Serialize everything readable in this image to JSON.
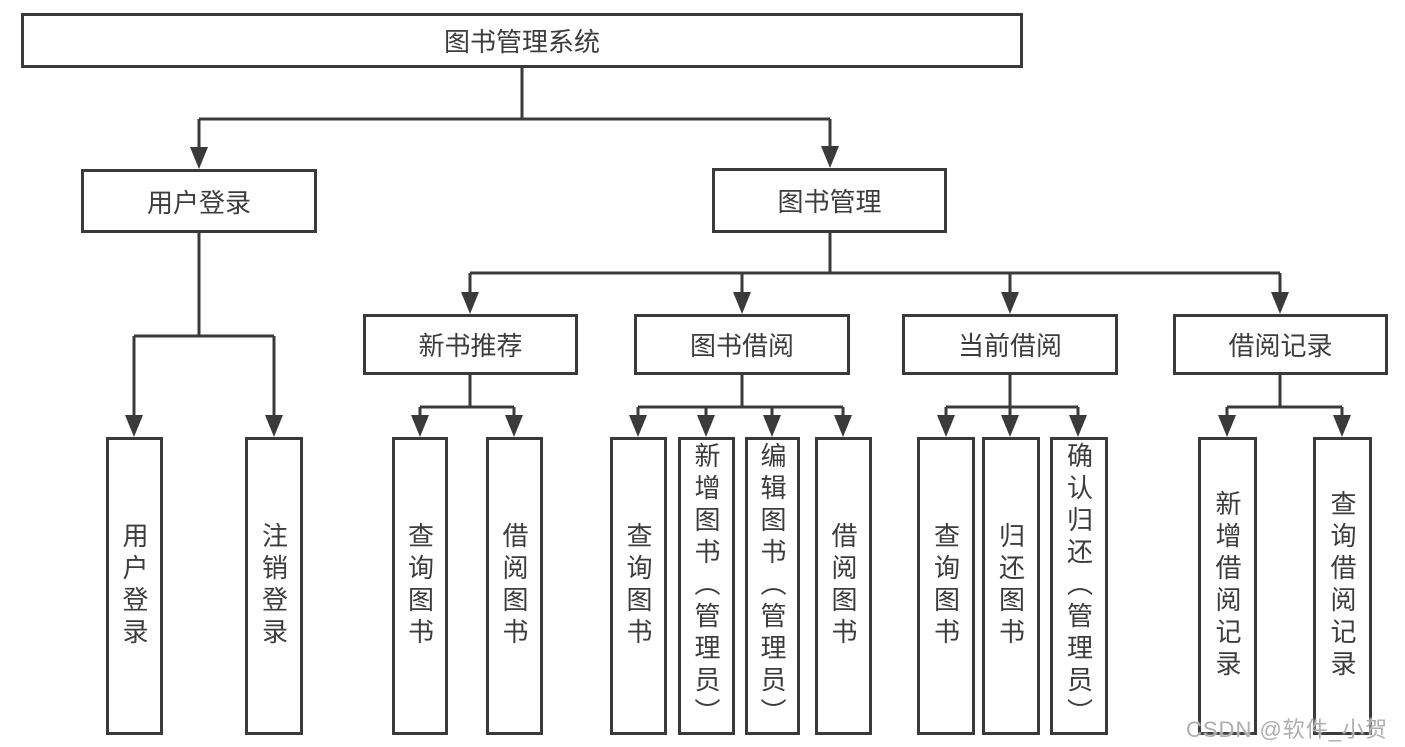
{
  "diagram": {
    "title": "图书管理系统",
    "root": {
      "label": "图书管理系统"
    },
    "branches": [
      {
        "label": "用户登录",
        "children": [
          {
            "label": "用户登录"
          },
          {
            "label": "注销登录"
          }
        ]
      },
      {
        "label": "图书管理",
        "children": [
          {
            "label": "新书推荐",
            "children": [
              {
                "label": "查询图书"
              },
              {
                "label": "借阅图书"
              }
            ]
          },
          {
            "label": "图书借阅",
            "children": [
              {
                "label": "查询图书"
              },
              {
                "label": "新增图书（管理员）"
              },
              {
                "label": "编辑图书（管理员）"
              },
              {
                "label": "借阅图书"
              }
            ]
          },
          {
            "label": "当前借阅",
            "children": [
              {
                "label": "查询图书"
              },
              {
                "label": "归还图书"
              },
              {
                "label": "确认归还（管理员）"
              }
            ]
          },
          {
            "label": "借阅记录",
            "children": [
              {
                "label": "新增借阅记录"
              },
              {
                "label": "查询借阅记录"
              }
            ]
          }
        ]
      }
    ]
  },
  "colors": {
    "line": "#3a3a3a",
    "text": "#3c3c3c",
    "background": "#ffffff",
    "watermark": "#aeaeae"
  },
  "watermark": {
    "text": "CSDN @软件_小贺同学"
  }
}
